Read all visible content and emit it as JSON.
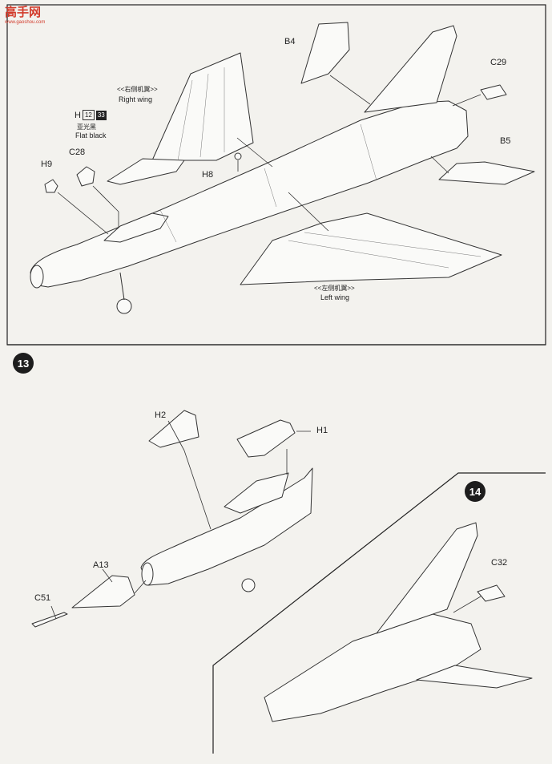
{
  "watermark": {
    "title": "高手网",
    "url": "www.gaoshou.com"
  },
  "steps": {
    "s13": "13",
    "s14": "14"
  },
  "parts": {
    "B4": "B4",
    "C29": "C29",
    "B5": "B5",
    "H9": "H9",
    "C28": "C28",
    "H8": "H8",
    "H2": "H2",
    "H1": "H1",
    "A13": "A13",
    "C51": "C51",
    "C32": "C32"
  },
  "labels": {
    "right_wing_cn": "<<右侧机翼>>",
    "right_wing_en": "Right wing",
    "left_wing_cn": "<<左侧机翼>>",
    "left_wing_en": "Left wing"
  },
  "paint": {
    "code": "H",
    "num1": "12",
    "num2": "33",
    "cn": "亚光黑",
    "en": "Flat black"
  }
}
